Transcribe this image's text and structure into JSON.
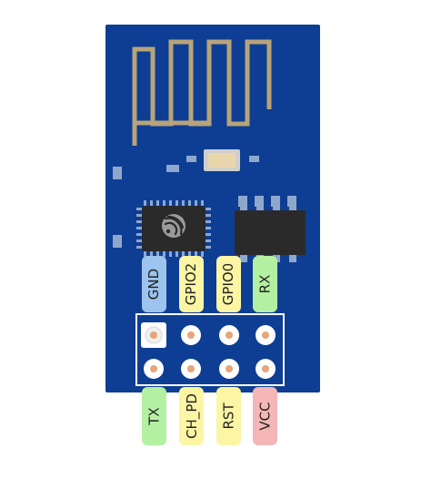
{
  "colors": {
    "board": "#0e3e93",
    "antenna": "#b8a47a",
    "chip": "#2a2a2a",
    "pad": "#e6a57a",
    "header_frame": "#ffffff",
    "label_blue": "#9cc4ee",
    "label_yellow": "#fbf5a4",
    "label_green": "#b4f0a2",
    "label_red": "#f4b6b6"
  },
  "chip_logo_icon": "esp-logo-icon",
  "pins_top": [
    {
      "label": "GND",
      "color": "#9cc4ee"
    },
    {
      "label": "GPIO2",
      "color": "#fbf5a4"
    },
    {
      "label": "GPIO0",
      "color": "#fbf5a4"
    },
    {
      "label": "RX",
      "color": "#b4f0a2"
    }
  ],
  "pins_bottom": [
    {
      "label": "TX",
      "color": "#b4f0a2"
    },
    {
      "label": "CH_PD",
      "color": "#fbf5a4"
    },
    {
      "label": "RST",
      "color": "#fbf5a4"
    },
    {
      "label": "VCC",
      "color": "#f4b6b6"
    }
  ]
}
